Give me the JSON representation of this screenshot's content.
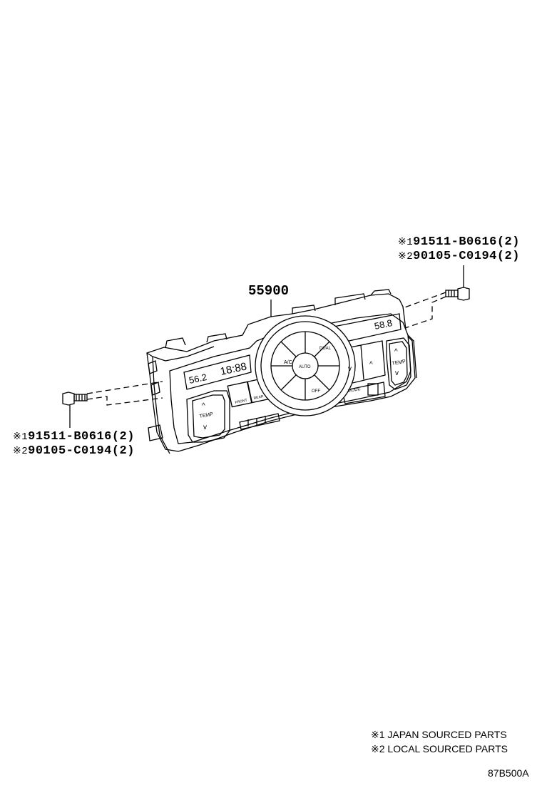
{
  "main_part": "55900",
  "callouts": {
    "right": [
      {
        "mark": "※1",
        "part": "91511-B0616",
        "qty": "(2)"
      },
      {
        "mark": "※2",
        "part": "90105-C0194",
        "qty": "(2)"
      }
    ],
    "left": [
      {
        "mark": "※1",
        "part": "91511-B0616",
        "qty": "(2)"
      },
      {
        "mark": "※2",
        "part": "90105-C0194",
        "qty": "(2)"
      }
    ]
  },
  "panel_labels": {
    "left_display_temp": "56.2",
    "clock": "18:88",
    "right_display_temp": "58.8",
    "temp_left": "TEMP",
    "temp_right": "TEMP",
    "ac": "A/C",
    "auto": "AUTO",
    "dual": "DUAL",
    "off": "OFF",
    "mode": "MODE",
    "front": "FRONT",
    "rear": "REAR",
    "up_arrow": "^",
    "down_arrow": "v"
  },
  "notes": [
    "※1 JAPAN SOURCED PARTS",
    "※2 LOCAL SOURCED PARTS"
  ],
  "diagram_code": "87B500A"
}
